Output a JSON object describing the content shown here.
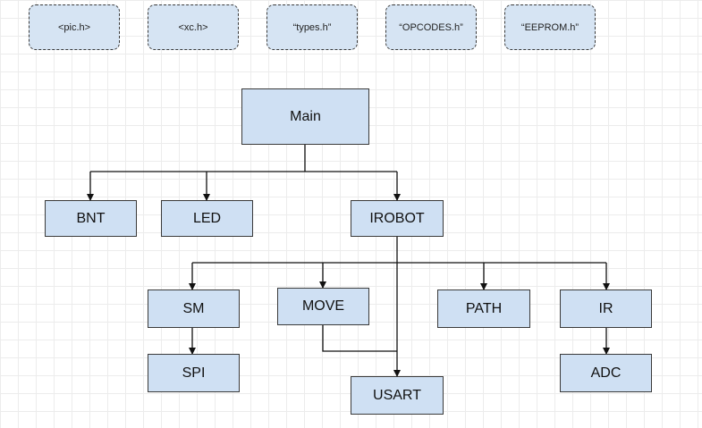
{
  "headers": [
    "<pic.h>",
    "<xc.h>",
    "“types.h”",
    "“OPCODES.h”",
    "“EEPROM.h”"
  ],
  "nodes": {
    "main": "Main",
    "bnt": "BNT",
    "led": "LED",
    "irobot": "IROBOT",
    "sm": "SM",
    "move": "MOVE",
    "path": "PATH",
    "ir": "IR",
    "spi": "SPI",
    "usart": "USART",
    "adc": "ADC"
  },
  "colors": {
    "box_fill": "#cfe0f3",
    "header_fill": "#d6e4f3",
    "stroke": "#3a3a3a"
  }
}
